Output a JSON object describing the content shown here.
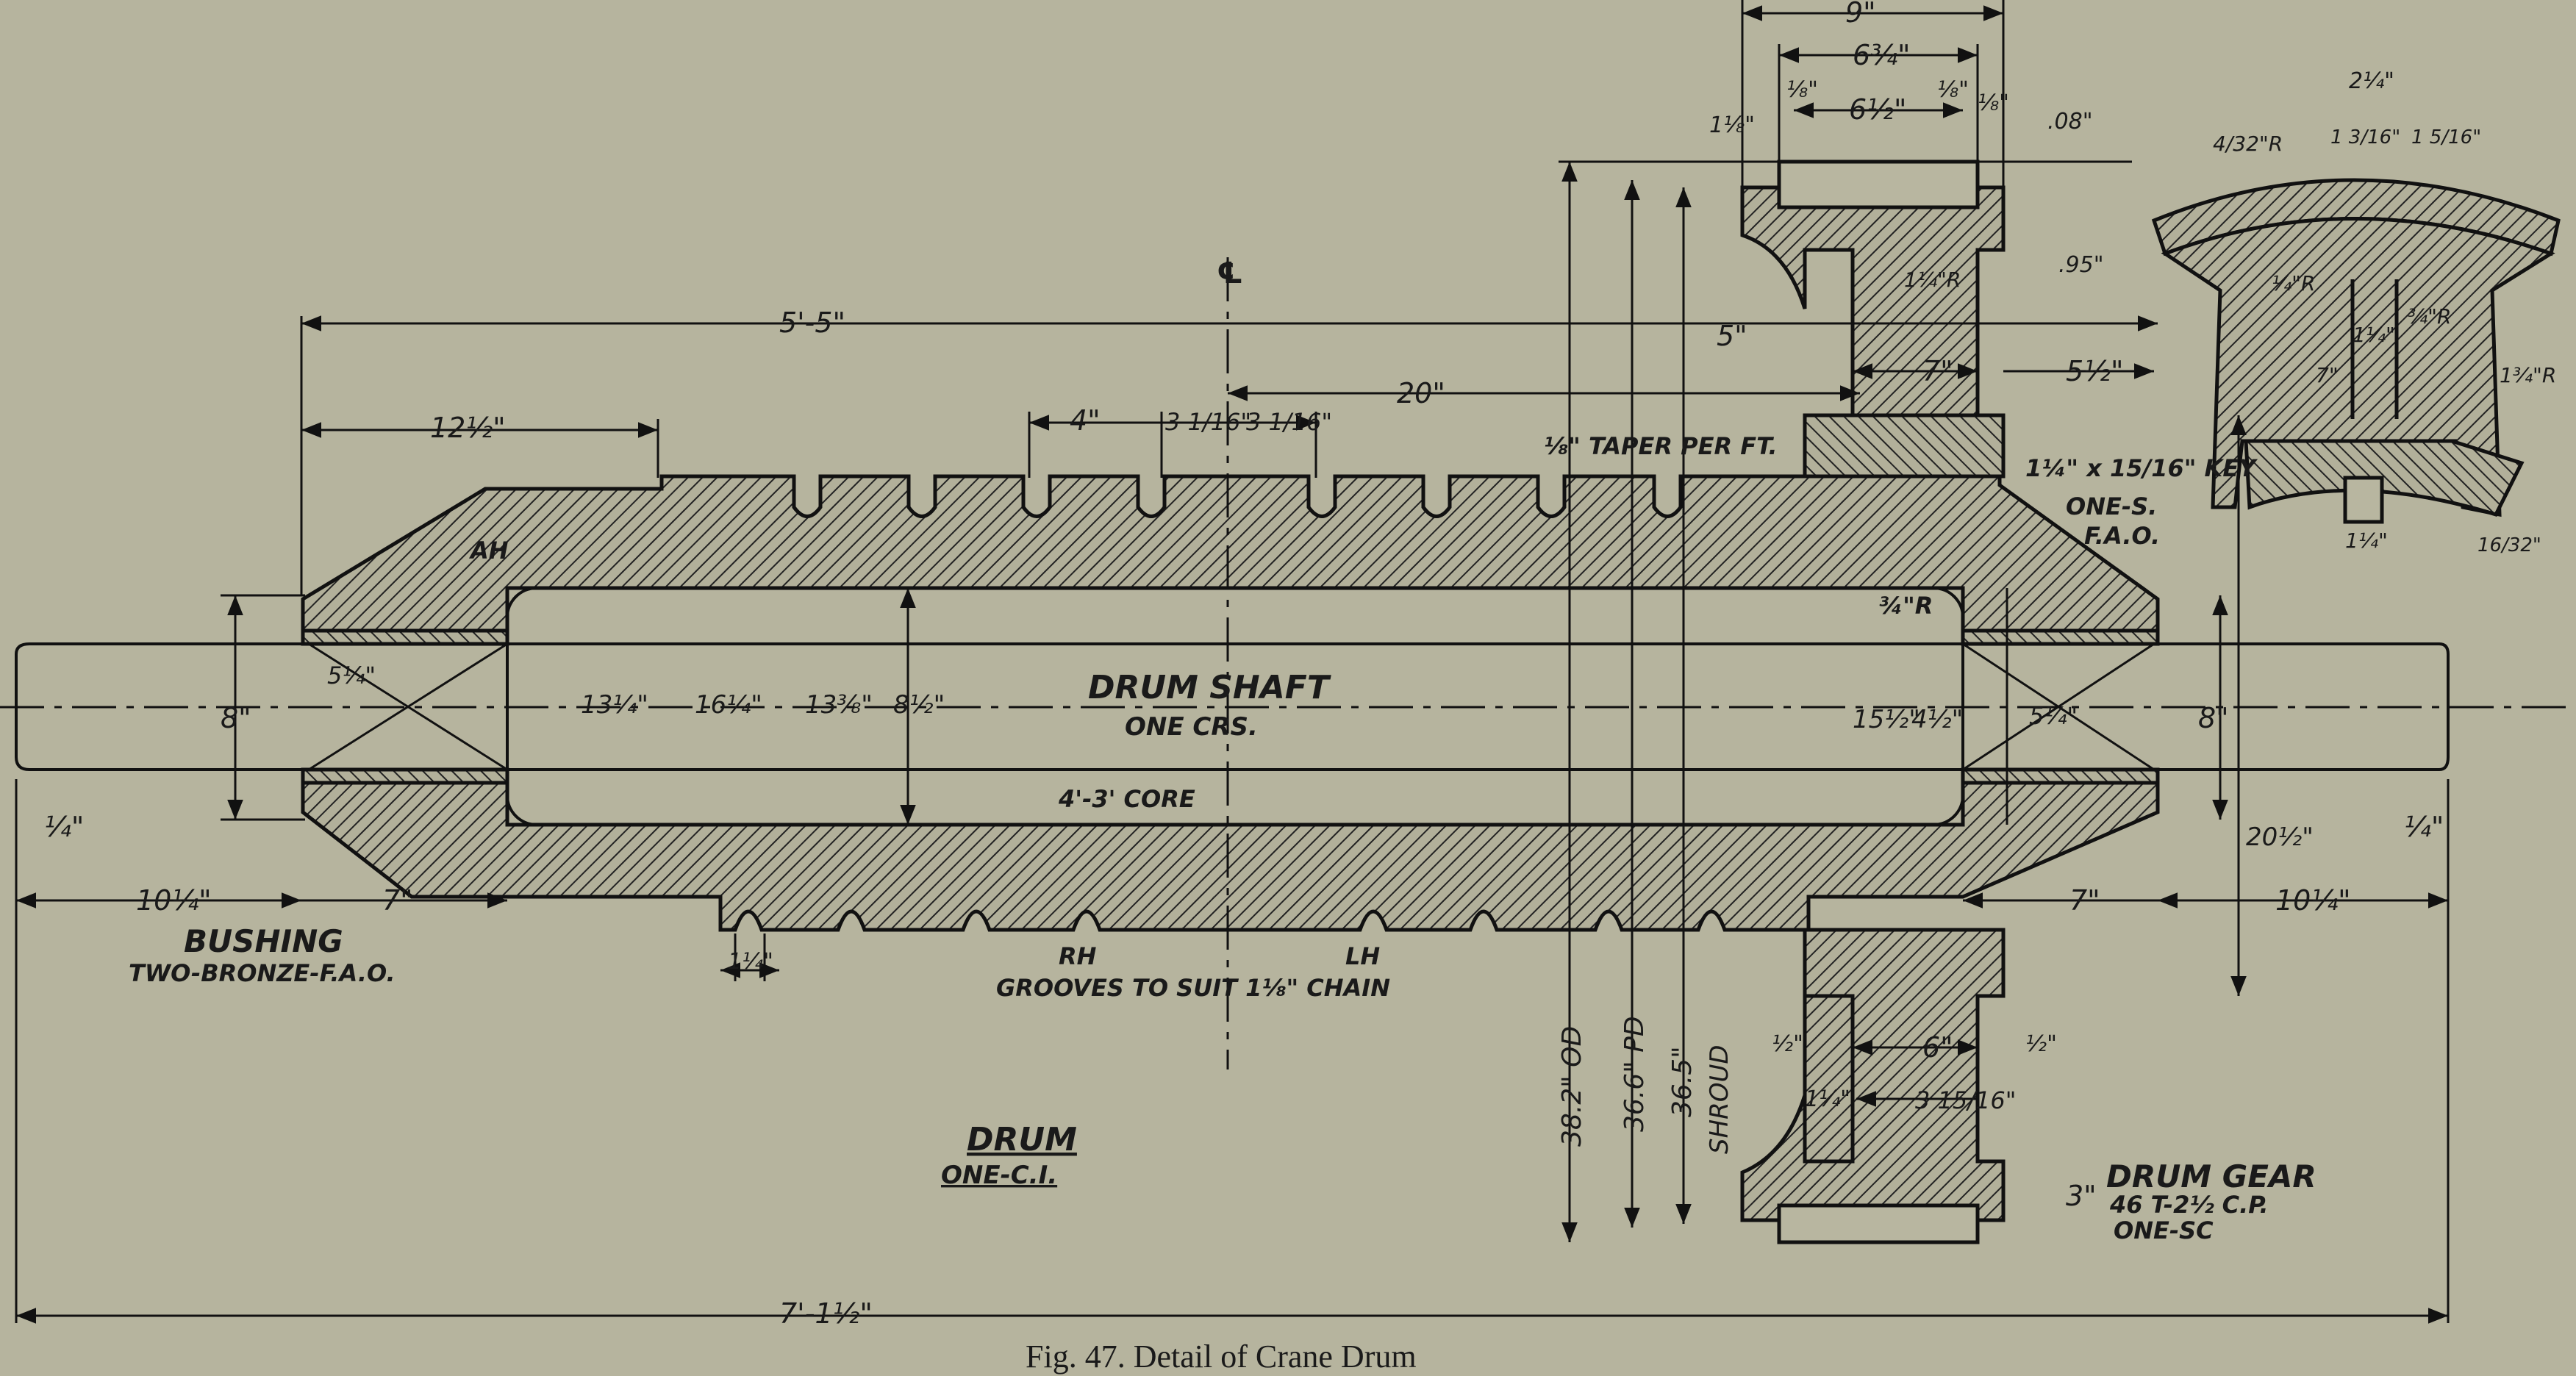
{
  "figure": {
    "caption": "Fig. 47.   Detail of Crane Drum"
  },
  "labels": {
    "drum_shaft": "DRUM  SHAFT",
    "shaft_material": "ONE CRS.",
    "core": "4'-3' CORE",
    "bushing": "BUSHING",
    "bushing_spec": "TWO-BRONZE-F.A.O.",
    "grooves": "GROOVES   TO SUIT 1⅛\" CHAIN",
    "groove_rh": "RH",
    "groove_lh": "LH",
    "drum": "DRUM",
    "drum_material": "ONE-C.I.",
    "drum_gear": "DRUM  GEAR",
    "gear_spec": "46 T-2½ C.P.",
    "gear_material": "ONE-SC",
    "taper": "⅛\" TAPER PER FT.",
    "key": "1¼\" x 15/16\" KEY",
    "key_material": "ONE-S.",
    "key_fao": "F.A.O.",
    "fillet": "¾\"R",
    "ah": "AH",
    "centerline": "℄"
  },
  "dimensions": {
    "overall_length": "7'-1½\"",
    "drum_length": "5'-5\"",
    "d_12_5": "12½\"",
    "d_20": "20\"",
    "pitch_4": "4\"",
    "pitch_3_1_16a": "3 1/16\"",
    "pitch_3_1_16b": "3 1/16\"",
    "left_10_25": "10¼\"",
    "left_7": "7\"",
    "right_7": "7\"",
    "right_10_25": "10¼\"",
    "end_quarter_left": "¼\"",
    "end_quarter_right": "¼\"",
    "shaft_dia_left": "8\"",
    "shaft_dia_right": "8\"",
    "bush_bore_left": "5¼\"",
    "bush_bore_right": "5¼\"",
    "d_13_25": "13¼\"",
    "d_16_25": "16¼\"",
    "d_13_375": "13⅜\"",
    "d_8_5": "8½\"",
    "d_15_5": "15½\"",
    "d_4_5": "4½\"",
    "d_20_5": "20½\"",
    "groove_width": "1¼\"",
    "gear_face": "9\"",
    "gear_6_75": "6¾\"",
    "gear_6_5": "6½\"",
    "gear_eighth_a": "⅛\"",
    "gear_eighth_b": "⅛\"",
    "gear_1_8_left": "1⅛\"",
    "gear_1_8_right": "⅛\"",
    "gear_5in": "5\"",
    "gear_7in": "7\"",
    "gear_5_5": "5½\"",
    "gear_0_8": ".08\"",
    "gear_95": ".95\"",
    "gear_1_25_r": "1¼\"R",
    "hub_6": "6\"",
    "hub_half_left": "½\"",
    "hub_half_right": "½\"",
    "hub_1_25": "1¼\"",
    "hub_3_15_16": "3 15/16\"",
    "hub_3in": "3\"",
    "od_38": "38.2\" OD",
    "pd_36_6": "36.6\" PD",
    "shroud_36_5": "36.5\"",
    "shroud": "SHROUD",
    "tooth_2_25": "2¼\"",
    "tooth_1_3_16": "1 3/16\"",
    "tooth_1_5_16": "1 5/16\"",
    "tooth_4_32_r": "4/32\"R",
    "tooth_quarter_r": "¼\"R",
    "tooth_1_25": "1¼\"",
    "tooth_7": "7\"",
    "tooth_3_4_r": "¾\"R",
    "tooth_1_75_r": "1¾\"R",
    "tooth_1_25_b": "1¼\"",
    "tooth_16_32": "16/32\""
  }
}
